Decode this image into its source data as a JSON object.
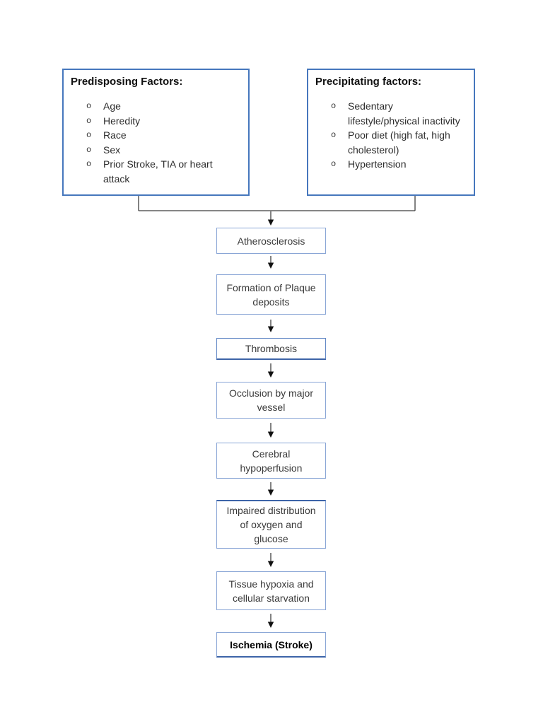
{
  "colors": {
    "page_background": "#ffffff",
    "factor_box_border": "#4677bd",
    "flow_box_border": "#8aa6d6",
    "flow_box_border_dark": "#3d64a8",
    "connector_line": "#3f3f3f",
    "arrowhead": "#111111"
  },
  "factor_boxes": {
    "predisposing": {
      "title": "Predisposing Factors:",
      "bullet": "o",
      "items": [
        "Age",
        "Heredity",
        "Race",
        "Sex",
        "Prior Stroke, TIA or heart\nattack"
      ]
    },
    "precipitating": {
      "title": "Precipitating factors:",
      "bullet": "o",
      "items": [
        "Sedentary\nlifestyle/physical inactivity",
        "Poor diet (high fat, high\ncholesterol)",
        "Hypertension"
      ]
    }
  },
  "flowchart": {
    "steps": [
      {
        "label": "Atherosclerosis"
      },
      {
        "label": "Formation of Plaque\ndeposits"
      },
      {
        "label": "Thrombosis"
      },
      {
        "label": "Occlusion by major\nvessel"
      },
      {
        "label": "Cerebral\nhypoperfusion"
      },
      {
        "label": "Impaired distribution\nof oxygen and\nglucose"
      },
      {
        "label": "Tissue hypoxia and\ncellular starvation"
      },
      {
        "label": "Ischemia (Stroke)"
      }
    ]
  }
}
